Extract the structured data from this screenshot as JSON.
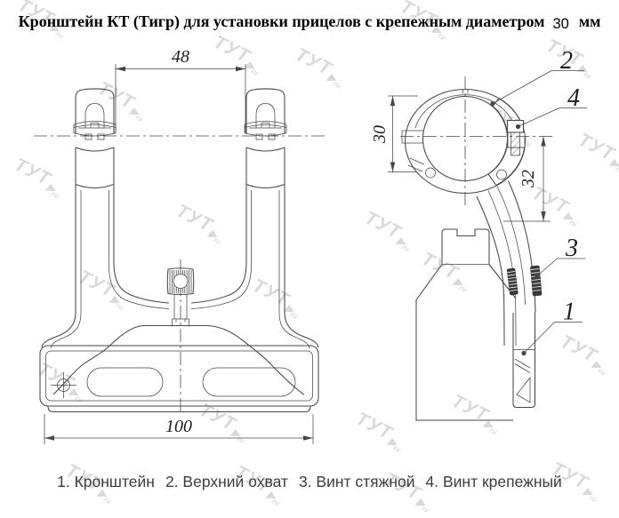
{
  "title": {
    "text": "Кронштейн КТ (Тигр) для установки прицелов с крепежным диаметром",
    "diameter": "30",
    "unit": "мм"
  },
  "front_view": {
    "dim_top": "48",
    "dim_base": "100"
  },
  "side_view": {
    "dim_bore": "30",
    "dim_drop": "32"
  },
  "callouts": {
    "bracket": "1",
    "upper_clamp": "2",
    "clamp_screw": "3",
    "mount_screw": "4"
  },
  "legend": {
    "items": [
      "1. Кронштейн",
      "2. Верхний охват",
      "3. Винт стяжной",
      "4. Винт крепежный"
    ]
  },
  "watermark": {
    "text": "ТУТ",
    "arrow": "▶",
    "sub": "ru"
  },
  "colors": {
    "line": "#464646",
    "screw_dark": "#383838",
    "caption": "#3c3c3c",
    "watermark": "#c3c3c3"
  }
}
